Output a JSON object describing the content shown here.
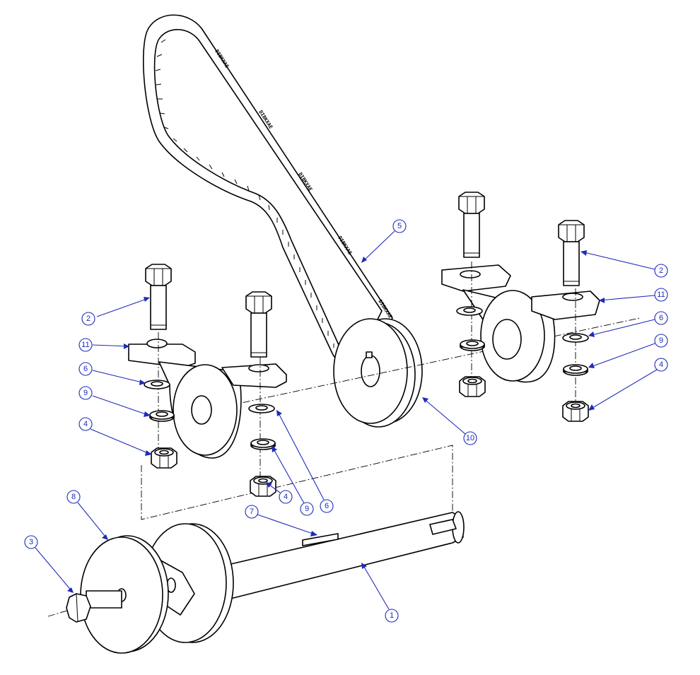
{
  "belt_marking": "DIBKXAE",
  "callouts": [
    {
      "id": "c-2a",
      "label": "2"
    },
    {
      "id": "c-11a",
      "label": "11"
    },
    {
      "id": "c-6a",
      "label": "6"
    },
    {
      "id": "c-9a",
      "label": "9"
    },
    {
      "id": "c-4a",
      "label": "4"
    },
    {
      "id": "c-5",
      "label": "5"
    },
    {
      "id": "c-2b",
      "label": "2"
    },
    {
      "id": "c-11b",
      "label": "11"
    },
    {
      "id": "c-6b",
      "label": "6"
    },
    {
      "id": "c-9b",
      "label": "9"
    },
    {
      "id": "c-4b",
      "label": "4"
    },
    {
      "id": "c-10",
      "label": "10"
    },
    {
      "id": "c-4c",
      "label": "4"
    },
    {
      "id": "c-9c",
      "label": "9"
    },
    {
      "id": "c-6c",
      "label": "6"
    },
    {
      "id": "c-7",
      "label": "7"
    },
    {
      "id": "c-8",
      "label": "8"
    },
    {
      "id": "c-3",
      "label": "3"
    },
    {
      "id": "c-1",
      "label": "1"
    }
  ],
  "colors": {
    "line": "#000000",
    "leader": "#1d2bb8",
    "background": "#ffffff"
  }
}
